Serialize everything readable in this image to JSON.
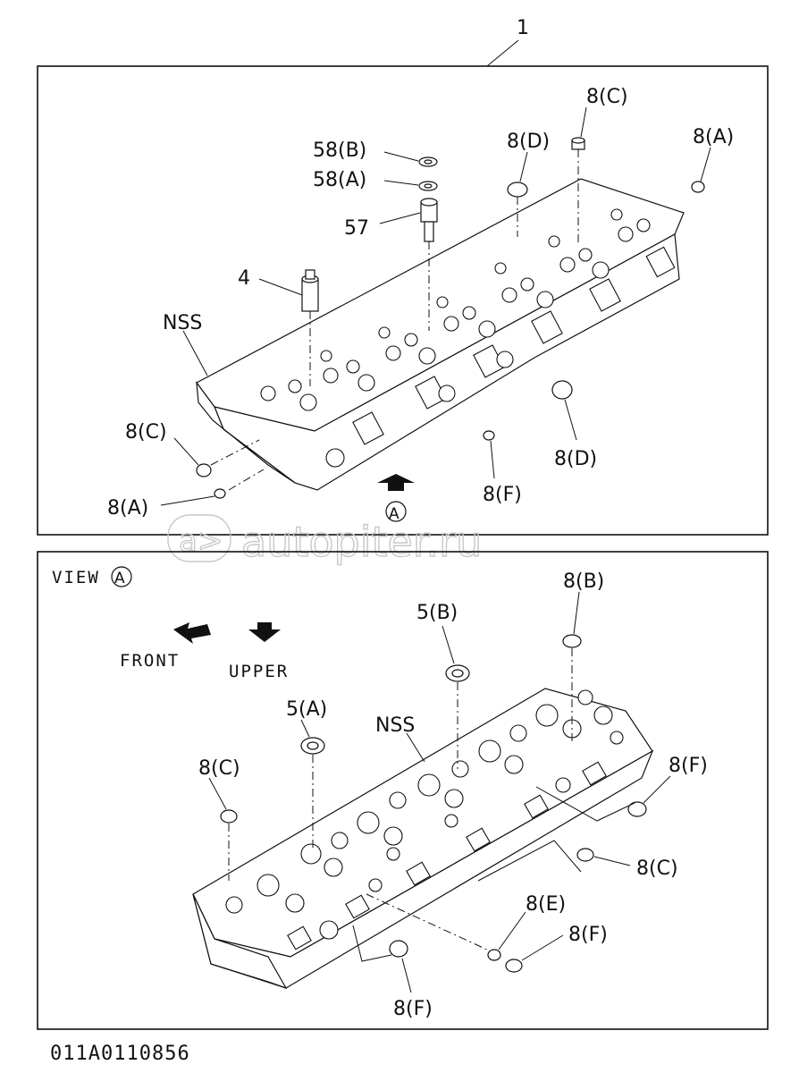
{
  "top_view": {
    "ref_number": "1",
    "labels": {
      "l_58b": "58(B)",
      "l_58a": "58(A)",
      "l_57": "57",
      "l_4": "4",
      "l_nss": "NSS",
      "l_8c_top": "8(C)",
      "l_8d_top": "8(D)",
      "l_8a_right": "8(A)",
      "l_8c_left": "8(C)",
      "l_8a_left": "8(A)",
      "l_8d_right": "8(D)",
      "l_8f": "8(F)"
    },
    "view_marker": "A"
  },
  "bottom_view": {
    "view_title": "VIEW",
    "view_marker": "A",
    "front_label": "FRONT",
    "upper_label": "UPPER",
    "labels": {
      "l_8b": "8(B)",
      "l_5b": "5(B)",
      "l_5a": "5(A)",
      "l_nss": "NSS",
      "l_8c_left": "8(C)",
      "l_8f_right": "8(F)",
      "l_8c_right": "8(C)",
      "l_8e": "8(E)",
      "l_8f_lower": "8(F)",
      "l_8f_bottom": "8(F)"
    }
  },
  "watermark": "autopiter.ru",
  "footer_code": "011A0110856"
}
